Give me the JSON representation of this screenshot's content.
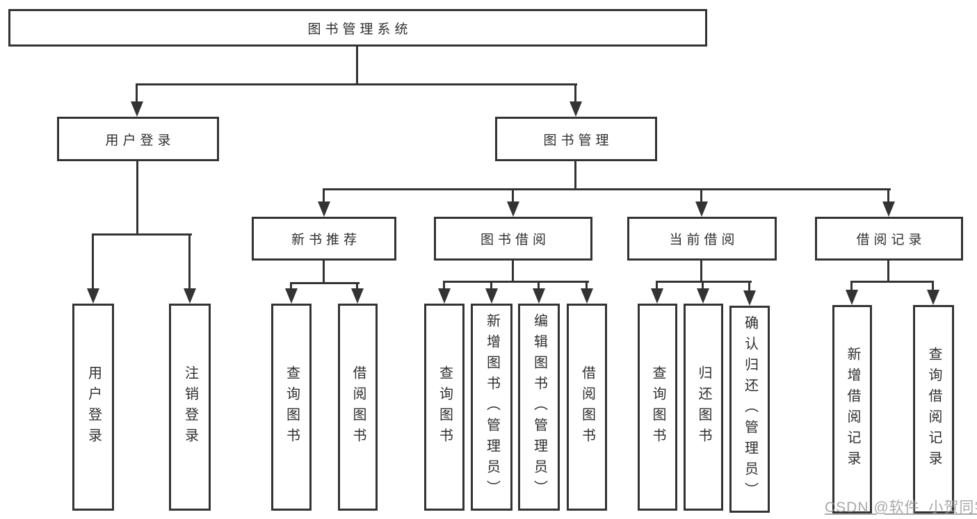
{
  "root": {
    "label": "图书管理系统"
  },
  "level2": {
    "user_login": {
      "label": "用户登录"
    },
    "book_mgmt": {
      "label": "图书管理"
    }
  },
  "level3": {
    "new_book": {
      "label": "新书推荐"
    },
    "borrow": {
      "label": "图书借阅"
    },
    "current": {
      "label": "当前借阅"
    },
    "record": {
      "label": "借阅记录"
    }
  },
  "leaves": {
    "user_login": [
      "用户登录",
      "注销登录"
    ],
    "new_book": [
      "查询图书",
      "借阅图书"
    ],
    "borrow": [
      "查询图书",
      "新增图书（管理员）",
      "编辑图书（管理员）",
      "借阅图书"
    ],
    "current": [
      "查询图书",
      "归还图书",
      "确认归还（管理员）"
    ],
    "record": [
      "新增借阅记录",
      "查询借阅记录"
    ]
  },
  "watermark": {
    "text": "CSDN @软件_小贺同学"
  },
  "colors": {
    "line": "#333333",
    "text": "#2f2f2f",
    "watermark": "#999999",
    "background": "#ffffff"
  }
}
